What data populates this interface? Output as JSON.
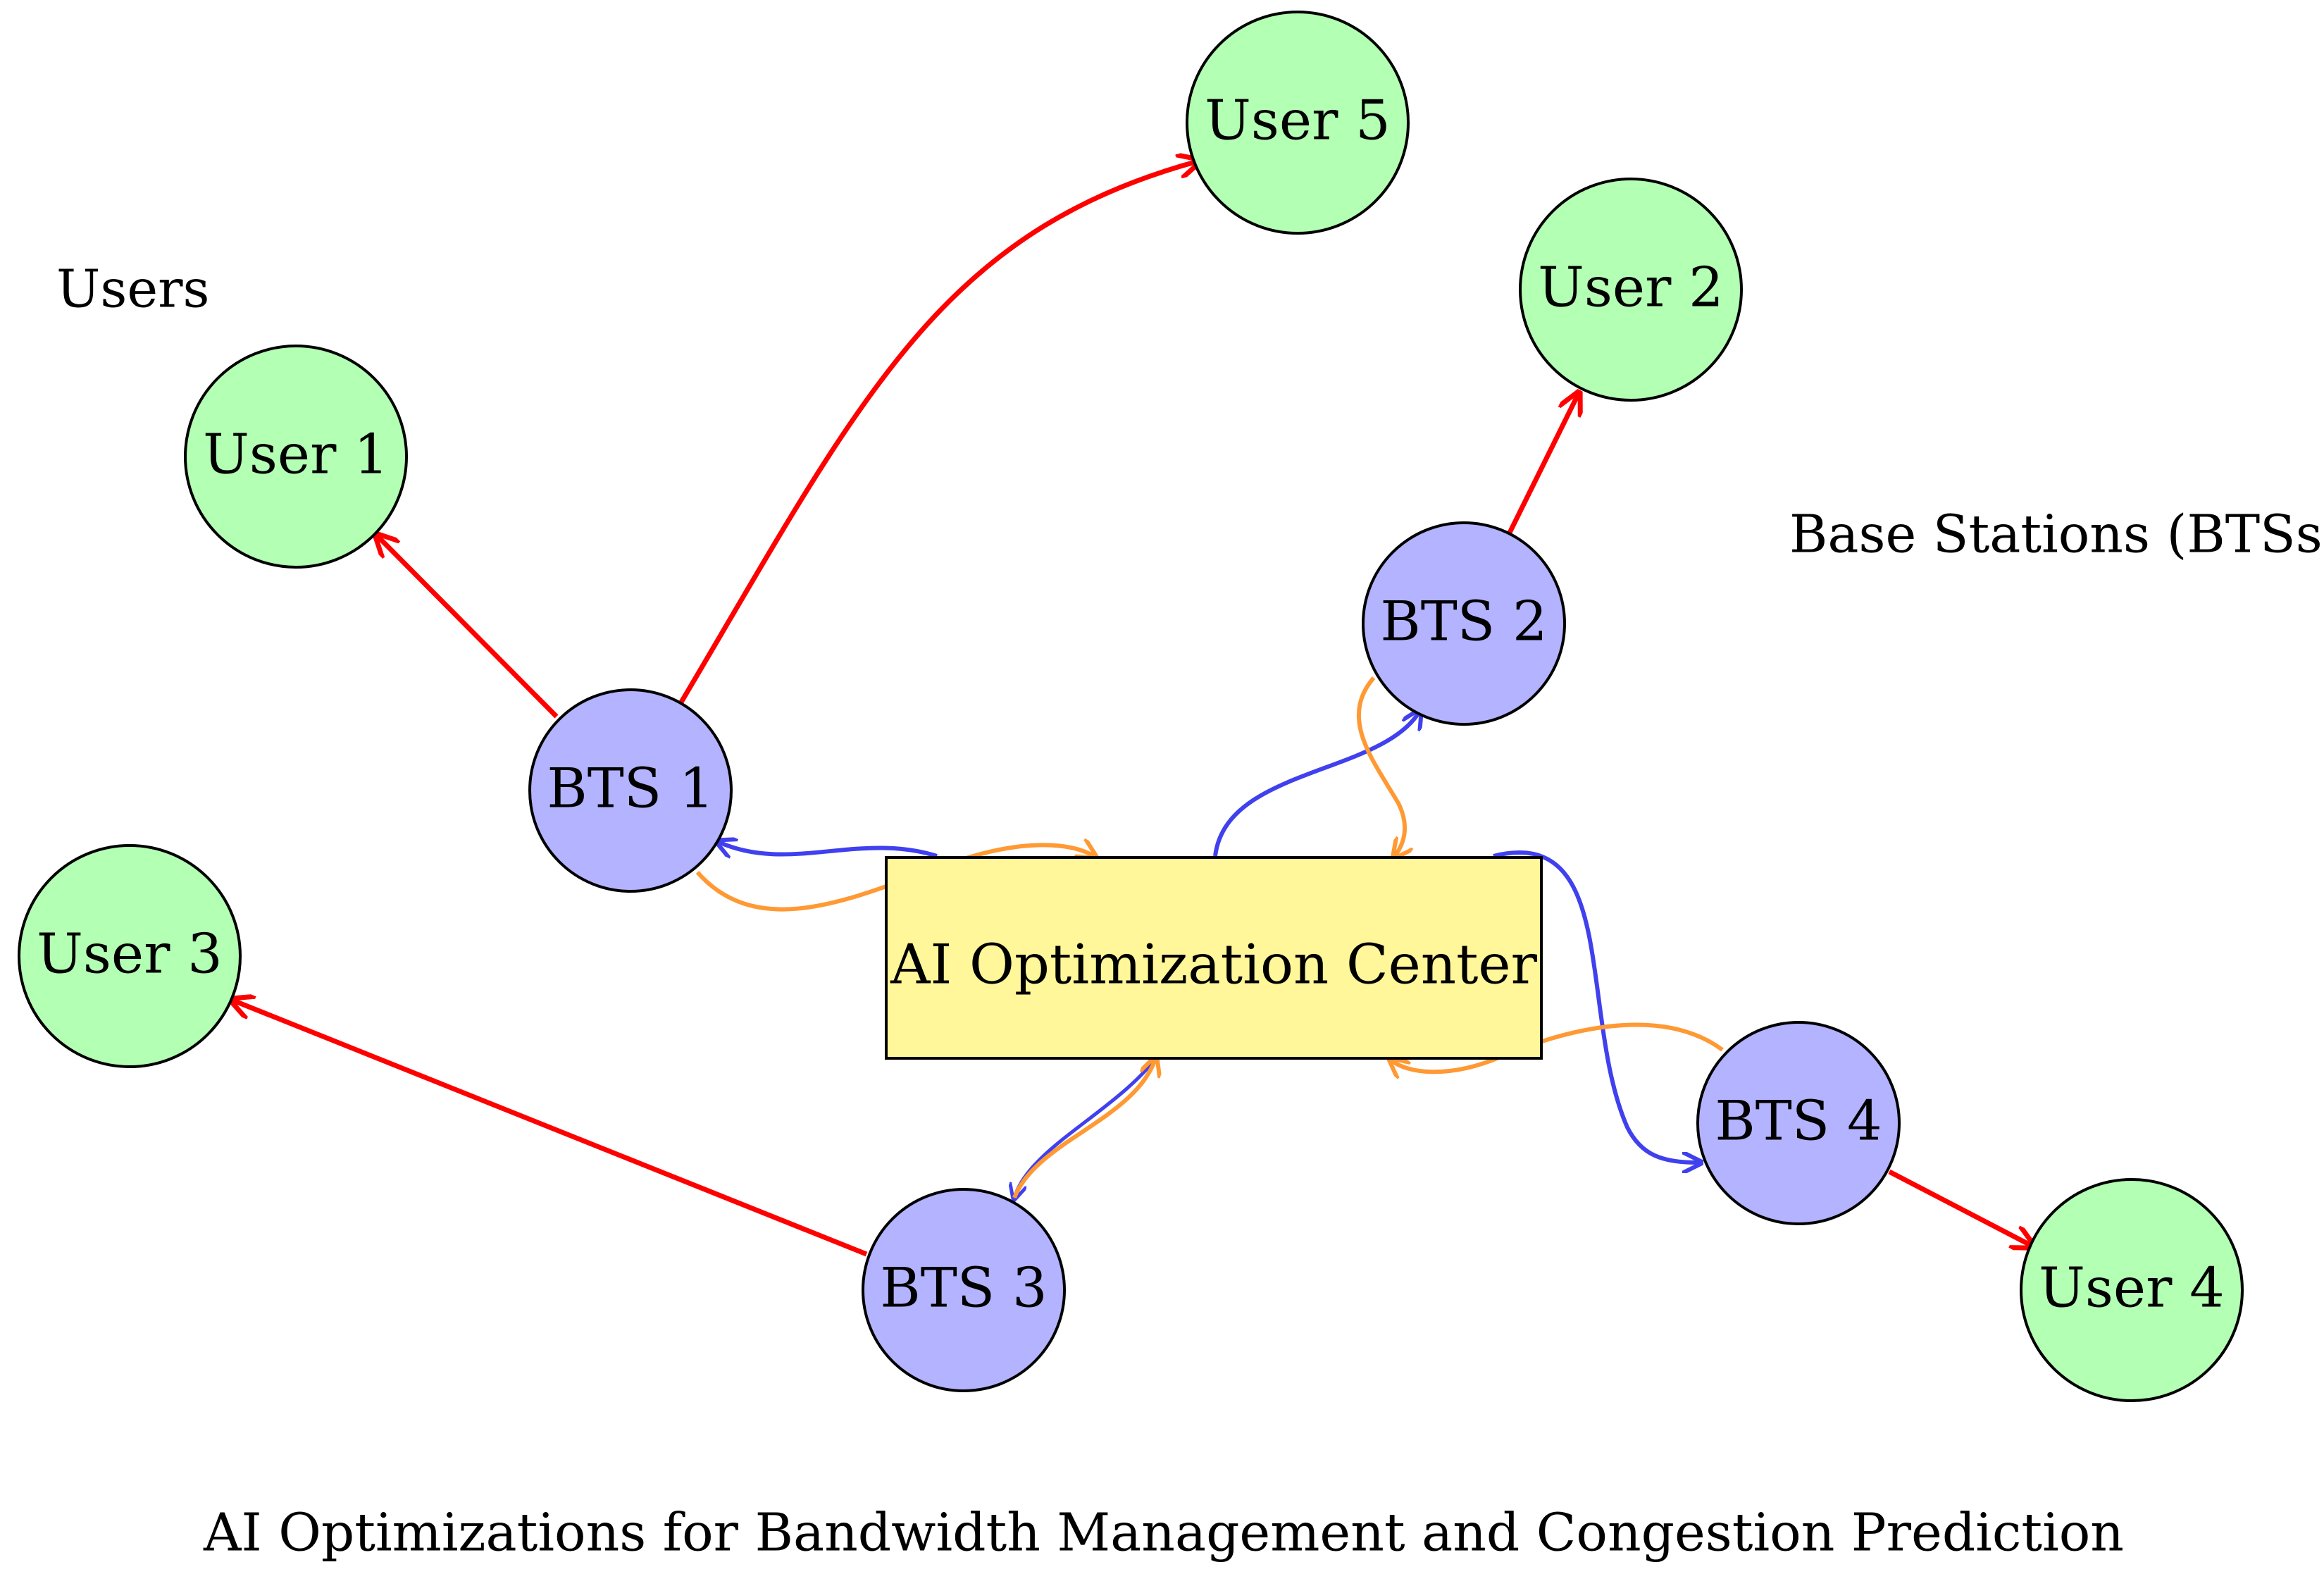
{
  "caption": "AI Optimizations for Bandwidth Management and Congestion Prediction",
  "group_labels": {
    "users": "Users",
    "base_stations": "Base Stations (BTSs)"
  },
  "center": {
    "label": "AI Optimization Center",
    "fill": "#fff799"
  },
  "users": [
    {
      "id": "user1",
      "label": "User 1"
    },
    {
      "id": "user2",
      "label": "User 2"
    },
    {
      "id": "user3",
      "label": "User 3"
    },
    {
      "id": "user4",
      "label": "User 4"
    },
    {
      "id": "user5",
      "label": "User 5"
    }
  ],
  "stations": [
    {
      "id": "bts1",
      "label": "BTS 1"
    },
    {
      "id": "bts2",
      "label": "BTS 2"
    },
    {
      "id": "bts3",
      "label": "BTS 3"
    },
    {
      "id": "bts4",
      "label": "BTS 4"
    }
  ],
  "colors": {
    "user_fill": "#b3ffb3",
    "bts_fill": "#b3b3ff",
    "red_link": "#ff0000",
    "blue_link": "#4040ee",
    "orange_link": "#ff9933"
  },
  "links": [
    {
      "from": "bts1",
      "to": "user1",
      "color": "red"
    },
    {
      "from": "bts1",
      "to": "user5",
      "color": "red"
    },
    {
      "from": "bts2",
      "to": "user2",
      "color": "red"
    },
    {
      "from": "bts3",
      "to": "user3",
      "color": "red"
    },
    {
      "from": "bts4",
      "to": "user4",
      "color": "red"
    },
    {
      "from": "center",
      "to": "bts1",
      "color": "blue"
    },
    {
      "from": "center",
      "to": "bts2",
      "color": "blue"
    },
    {
      "from": "center",
      "to": "bts3",
      "color": "blue"
    },
    {
      "from": "center",
      "to": "bts4",
      "color": "blue"
    },
    {
      "from": "bts1",
      "to": "center",
      "color": "orange"
    },
    {
      "from": "bts2",
      "to": "center",
      "color": "orange"
    },
    {
      "from": "bts3",
      "to": "center",
      "color": "orange"
    },
    {
      "from": "bts4",
      "to": "center",
      "color": "orange"
    }
  ]
}
